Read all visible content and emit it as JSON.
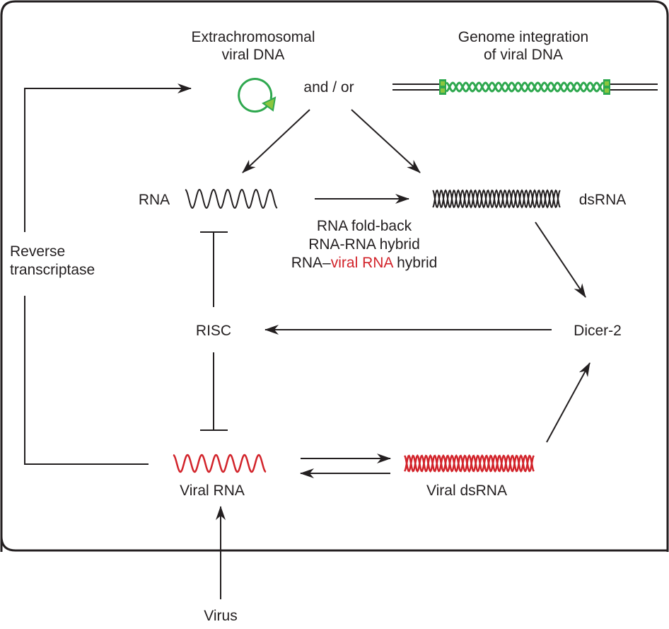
{
  "colors": {
    "stroke": "#231f20",
    "viral": "#d2232a",
    "dna_green": "#2fa84f",
    "dna_fill": "#8cc63f"
  },
  "labels": {
    "extrachromosomal_line1": "Extrachromosomal",
    "extrachromosomal_line2": "viral DNA",
    "genome_integration_line1": "Genome integration",
    "genome_integration_line2": "of viral DNA",
    "and_or": "and / or",
    "rna": "RNA",
    "dsrna": "dsRNA",
    "fold_back": "RNA fold-back",
    "rna_rna_hybrid": "RNA-RNA hybrid",
    "rna_viral_prefix": "RNA–",
    "rna_viral_highlight": "viral RNA",
    "rna_viral_suffix": " hybrid",
    "reverse_line1": "Reverse",
    "reverse_line2": "transcriptase",
    "risc": "RISC",
    "dicer": "Dicer-2",
    "viral_rna": "Viral RNA",
    "viral_dsrna": "Viral dsRNA",
    "virus": "Virus"
  },
  "edges": [
    {
      "from": "Viral RNA",
      "to": "Extrachromosomal viral DNA",
      "type": "arrow",
      "label": "Reverse transcriptase"
    },
    {
      "from": "and / or",
      "to": "RNA",
      "type": "arrow"
    },
    {
      "from": "and / or",
      "to": "dsRNA",
      "type": "arrow"
    },
    {
      "from": "RNA",
      "to": "dsRNA",
      "type": "arrow"
    },
    {
      "from": "dsRNA",
      "to": "Dicer-2",
      "type": "arrow"
    },
    {
      "from": "Dicer-2",
      "to": "RISC",
      "type": "arrow"
    },
    {
      "from": "RISC",
      "to": "RNA",
      "type": "inhibition"
    },
    {
      "from": "RISC",
      "to": "Viral RNA",
      "type": "inhibition"
    },
    {
      "from": "Viral RNA",
      "to": "Viral dsRNA",
      "type": "arrow"
    },
    {
      "from": "Viral dsRNA",
      "to": "Viral RNA",
      "type": "arrow"
    },
    {
      "from": "Viral dsRNA",
      "to": "Dicer-2",
      "type": "arrow"
    },
    {
      "from": "Virus",
      "to": "Viral RNA",
      "type": "arrow"
    }
  ]
}
